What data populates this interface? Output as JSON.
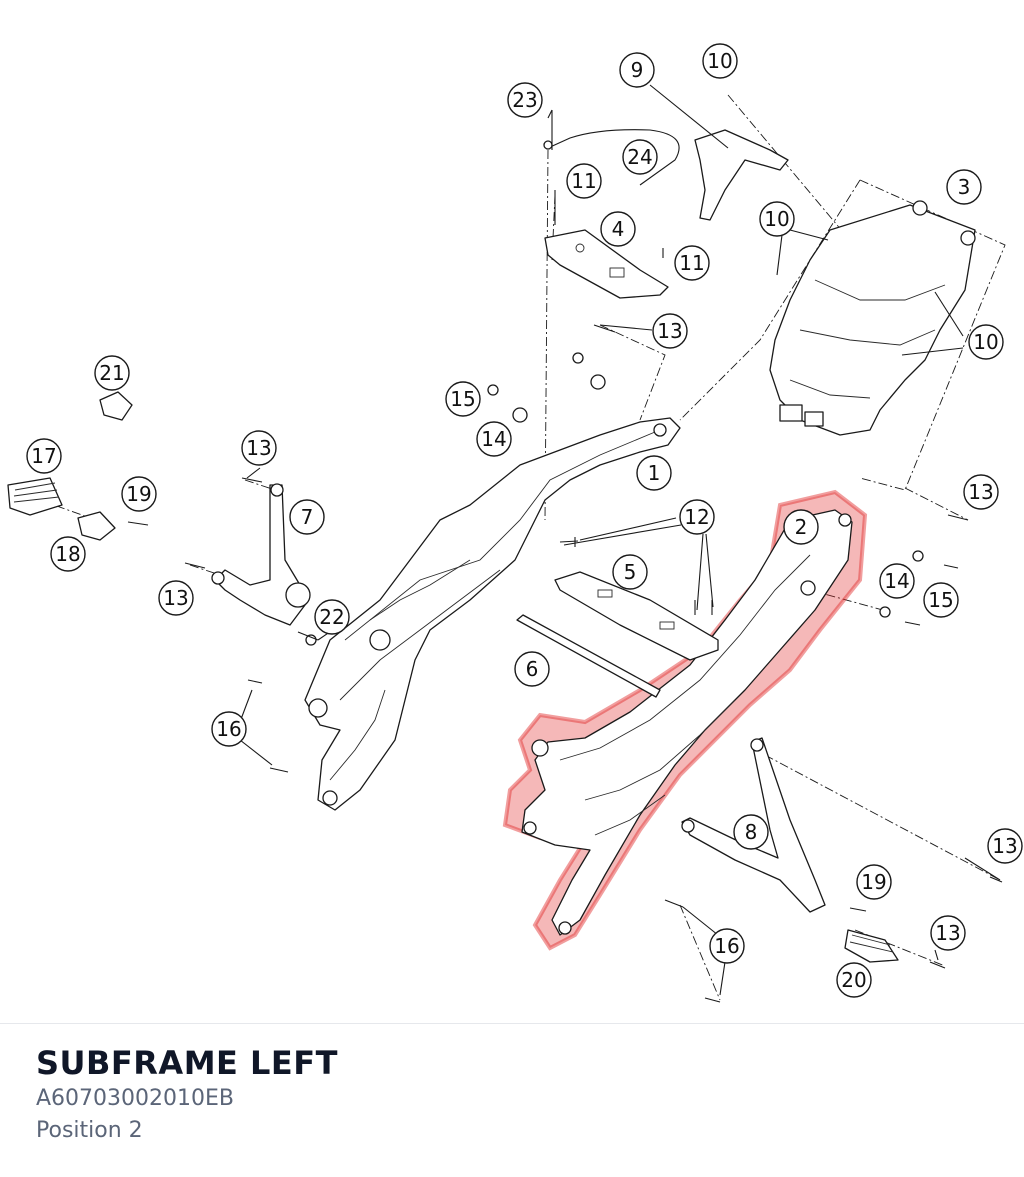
{
  "caption": {
    "title": "SUBFRAME LEFT",
    "part_number": "A60703002010EB",
    "position": "Position 2"
  },
  "highlight": {
    "part": "2",
    "color": "#e12828"
  },
  "callouts": [
    "1",
    "2",
    "3",
    "4",
    "5",
    "6",
    "7",
    "8",
    "9",
    "10",
    "10",
    "10",
    "11",
    "11",
    "12",
    "13",
    "13",
    "13",
    "13",
    "13",
    "13",
    "14",
    "14",
    "15",
    "15",
    "16",
    "16",
    "17",
    "18",
    "19",
    "19",
    "20",
    "21",
    "22",
    "23",
    "24"
  ]
}
